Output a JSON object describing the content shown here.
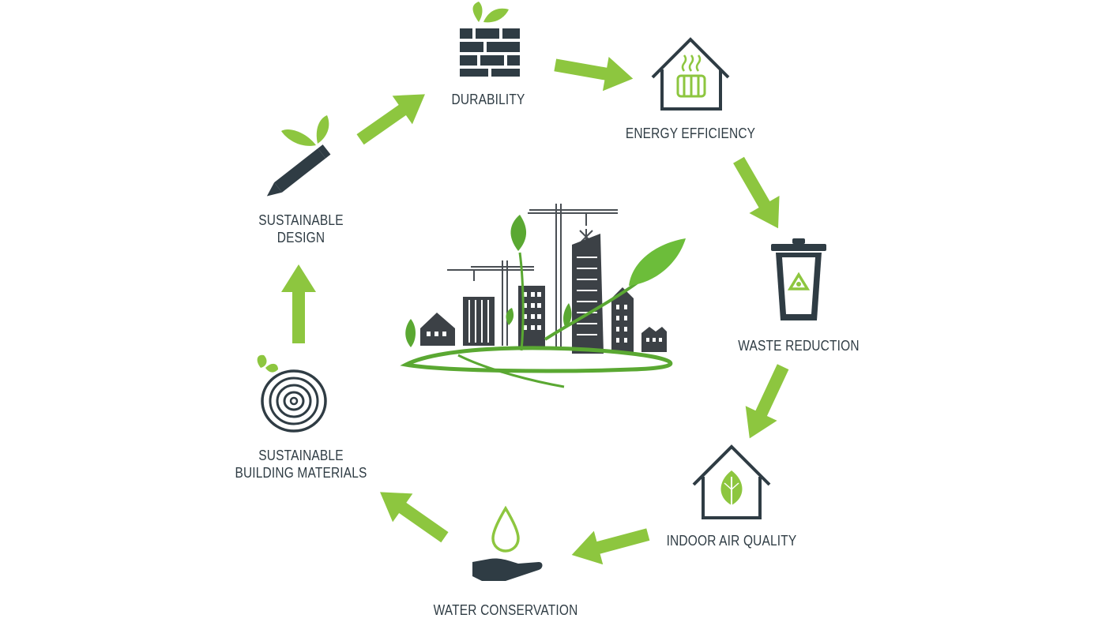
{
  "diagram": {
    "nodes": [
      {
        "id": "durability",
        "lines": [
          "DURABILITY"
        ],
        "icon": "brick-wall-icon"
      },
      {
        "id": "energy-efficiency",
        "lines": [
          "ENERGY EFFICIENCY"
        ],
        "icon": "house-radiator-icon"
      },
      {
        "id": "waste-reduction",
        "lines": [
          "WASTE REDUCTION"
        ],
        "icon": "recycle-bin-icon"
      },
      {
        "id": "indoor-air-quality",
        "lines": [
          "INDOOR AIR QUALITY"
        ],
        "icon": "house-leaf-icon"
      },
      {
        "id": "water-conservation",
        "lines": [
          "WATER CONSERVATION"
        ],
        "icon": "water-drop-hand-icon"
      },
      {
        "id": "sustainable-building-materials",
        "lines": [
          "SUSTAINABLE",
          "BUILDING MATERIALS"
        ],
        "icon": "tree-rings-icon"
      },
      {
        "id": "sustainable-design",
        "lines": [
          "SUSTAINABLE",
          "DESIGN"
        ],
        "icon": "pencil-sprout-icon"
      }
    ],
    "center_icon": "green-city-icon",
    "colors": {
      "accent": "#8dc63f",
      "dark": "#2f3c44",
      "green_dark": "#5aa832"
    }
  }
}
